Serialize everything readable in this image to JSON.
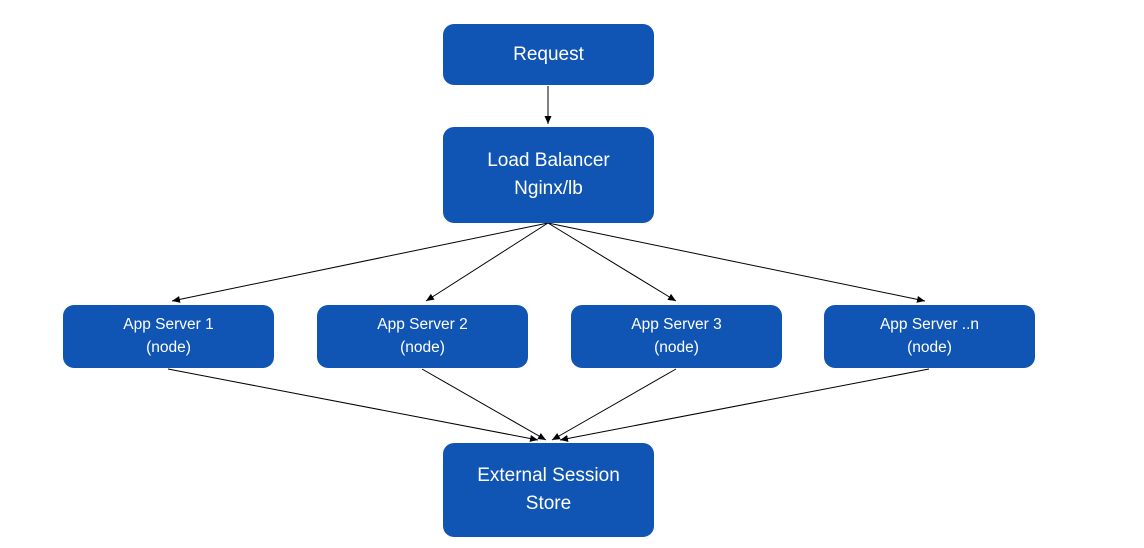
{
  "diagram": {
    "type": "architecture-flowchart",
    "colors": {
      "node_fill": "#1155B4",
      "node_text": "#ffffff",
      "edge_stroke": "#000000",
      "background": "#ffffff"
    },
    "nodes": {
      "request": {
        "lines": [
          "Request"
        ]
      },
      "load_balancer": {
        "lines": [
          "Load Balancer",
          "Nginx/lb"
        ]
      },
      "app_server_1": {
        "lines": [
          "App Server 1",
          "(node)"
        ]
      },
      "app_server_2": {
        "lines": [
          "App Server 2",
          "(node)"
        ]
      },
      "app_server_3": {
        "lines": [
          "App Server 3",
          "(node)"
        ]
      },
      "app_server_n": {
        "lines": [
          "App Server ..n",
          "(node)"
        ]
      },
      "session_store": {
        "lines": [
          "External Session",
          "Store"
        ]
      }
    },
    "edges": [
      {
        "from": "request",
        "to": "load_balancer"
      },
      {
        "from": "load_balancer",
        "to": "app_server_1"
      },
      {
        "from": "load_balancer",
        "to": "app_server_2"
      },
      {
        "from": "load_balancer",
        "to": "app_server_3"
      },
      {
        "from": "load_balancer",
        "to": "app_server_n"
      },
      {
        "from": "app_server_1",
        "to": "session_store"
      },
      {
        "from": "app_server_2",
        "to": "session_store"
      },
      {
        "from": "app_server_3",
        "to": "session_store"
      },
      {
        "from": "app_server_n",
        "to": "session_store"
      }
    ]
  }
}
